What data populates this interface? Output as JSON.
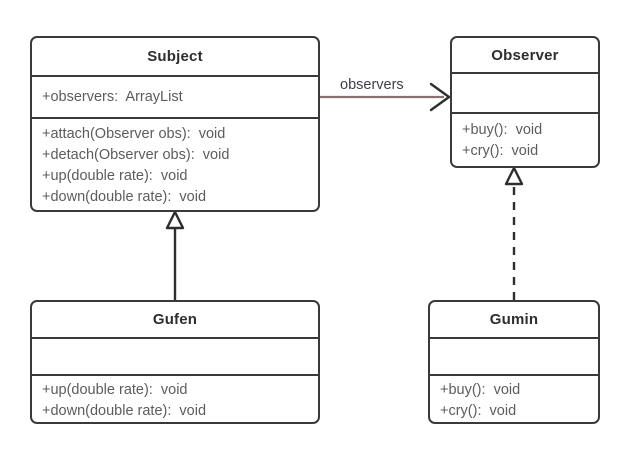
{
  "diagram": {
    "type": "uml-class-diagram",
    "background_color": "#ffffff",
    "border_color": "#3a3a3a",
    "title_color": "#2e2e2e",
    "member_color": "#5c5c5c",
    "association_line_color": "#8a6f6f",
    "inheritance_line_color": "#2e2e2e"
  },
  "classes": [
    {
      "id": "subject",
      "name": "Subject",
      "attributes": [
        "+observers:  ArrayList"
      ],
      "operations": [
        "+attach(Observer obs):  void",
        "+detach(Observer obs):  void",
        "+up(double rate):  void",
        "+down(double rate):  void"
      ]
    },
    {
      "id": "observer",
      "name": "Observer",
      "attributes": [],
      "operations": [
        "+buy():  void",
        "+cry():  void"
      ]
    },
    {
      "id": "gufen",
      "name": "Gufen",
      "attributes": [],
      "operations": [
        "+up(double rate):  void",
        "+down(double rate):  void"
      ]
    },
    {
      "id": "gumin",
      "name": "Gumin",
      "attributes": [],
      "operations": [
        "+buy():  void",
        "+cry():  void"
      ]
    }
  ],
  "relationships": [
    {
      "id": "subject-observers-observer",
      "kind": "association",
      "from": "subject",
      "to": "observer",
      "label": "observers",
      "line_style": "solid",
      "arrow_head": "open"
    },
    {
      "id": "gufen-extends-subject",
      "kind": "generalization",
      "from": "gufen",
      "to": "subject",
      "label": "",
      "line_style": "solid",
      "arrow_head": "hollow-triangle"
    },
    {
      "id": "gumin-implements-observer",
      "kind": "realization",
      "from": "gumin",
      "to": "observer",
      "label": "",
      "line_style": "dashed",
      "arrow_head": "hollow-triangle"
    }
  ]
}
